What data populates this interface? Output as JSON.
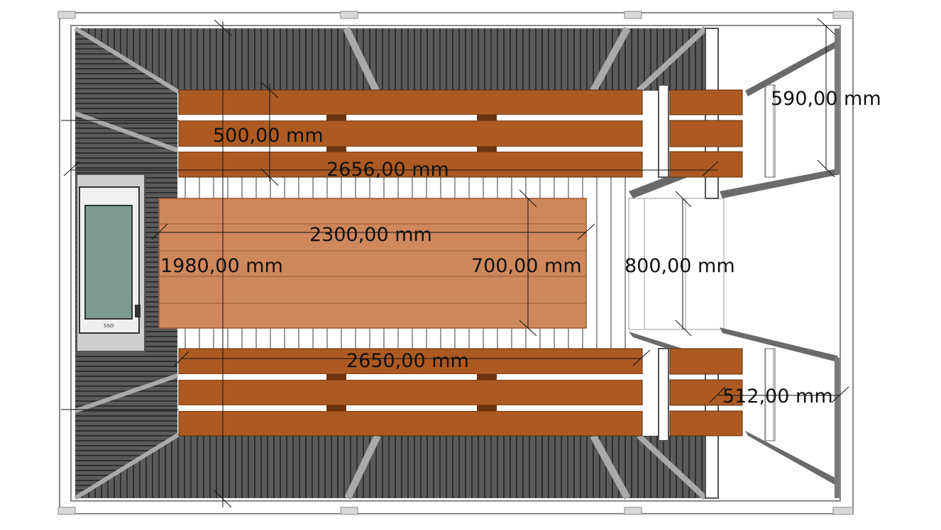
{
  "colors": {
    "frame": "#9a9a9a",
    "wall_dark": "#4b4b4b",
    "slat_light": "#8a8a8a",
    "bench": "#ad5a22",
    "bench_shadow": "#6a3410",
    "table": "#cf875c",
    "table_line": "#9c5a34",
    "glass": "#7c9a90",
    "door_frame": "#7a7a7a",
    "dimension": "#111111"
  },
  "dimensions": {
    "top_bench_depth": "500,00 mm",
    "top_bench_length": "2656,00 mm",
    "table_length": "2300,00 mm",
    "table_width": "700,00 mm",
    "room_width": "1980,00 mm",
    "passage_width": "800,00 mm",
    "bottom_bench_length": "2650,00 mm",
    "terrace_depth_top": "590,00 mm",
    "terrace_depth_bottom": "512,00 mm"
  },
  "elements": {
    "window_label": "SSO",
    "stove_icon": "heater-icon",
    "door_icon": "door-icon"
  }
}
